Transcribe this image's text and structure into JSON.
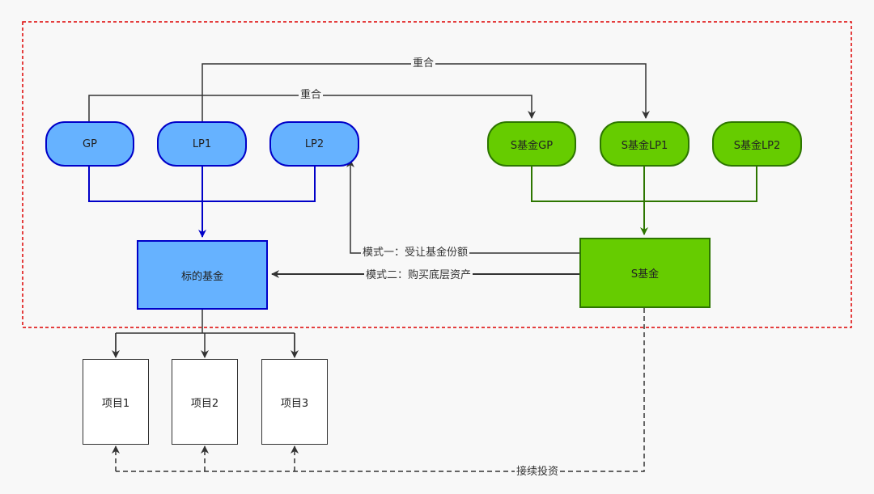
{
  "nodes": {
    "gp": "GP",
    "lp1": "LP1",
    "lp2": "LP2",
    "s_gp": "S基金GP",
    "s_lp1": "S基金LP1",
    "s_lp2": "S基金LP2",
    "target_fund": "标的基金",
    "s_fund": "S基金",
    "project1": "项目1",
    "project2": "项目2",
    "project3": "项目3"
  },
  "edge_labels": {
    "overlap_top": "重合",
    "overlap_inner": "重合",
    "mode1": "模式一：受让基金份额",
    "mode2": "模式二：购买底层资产",
    "follow_on": "接续投资"
  },
  "colors": {
    "blue_fill": "#66b2ff",
    "blue_stroke": "#0000c8",
    "green_fill": "#66cc00",
    "green_stroke": "#2d7600",
    "boundary_red": "#dd0000",
    "connector": "#333333"
  }
}
